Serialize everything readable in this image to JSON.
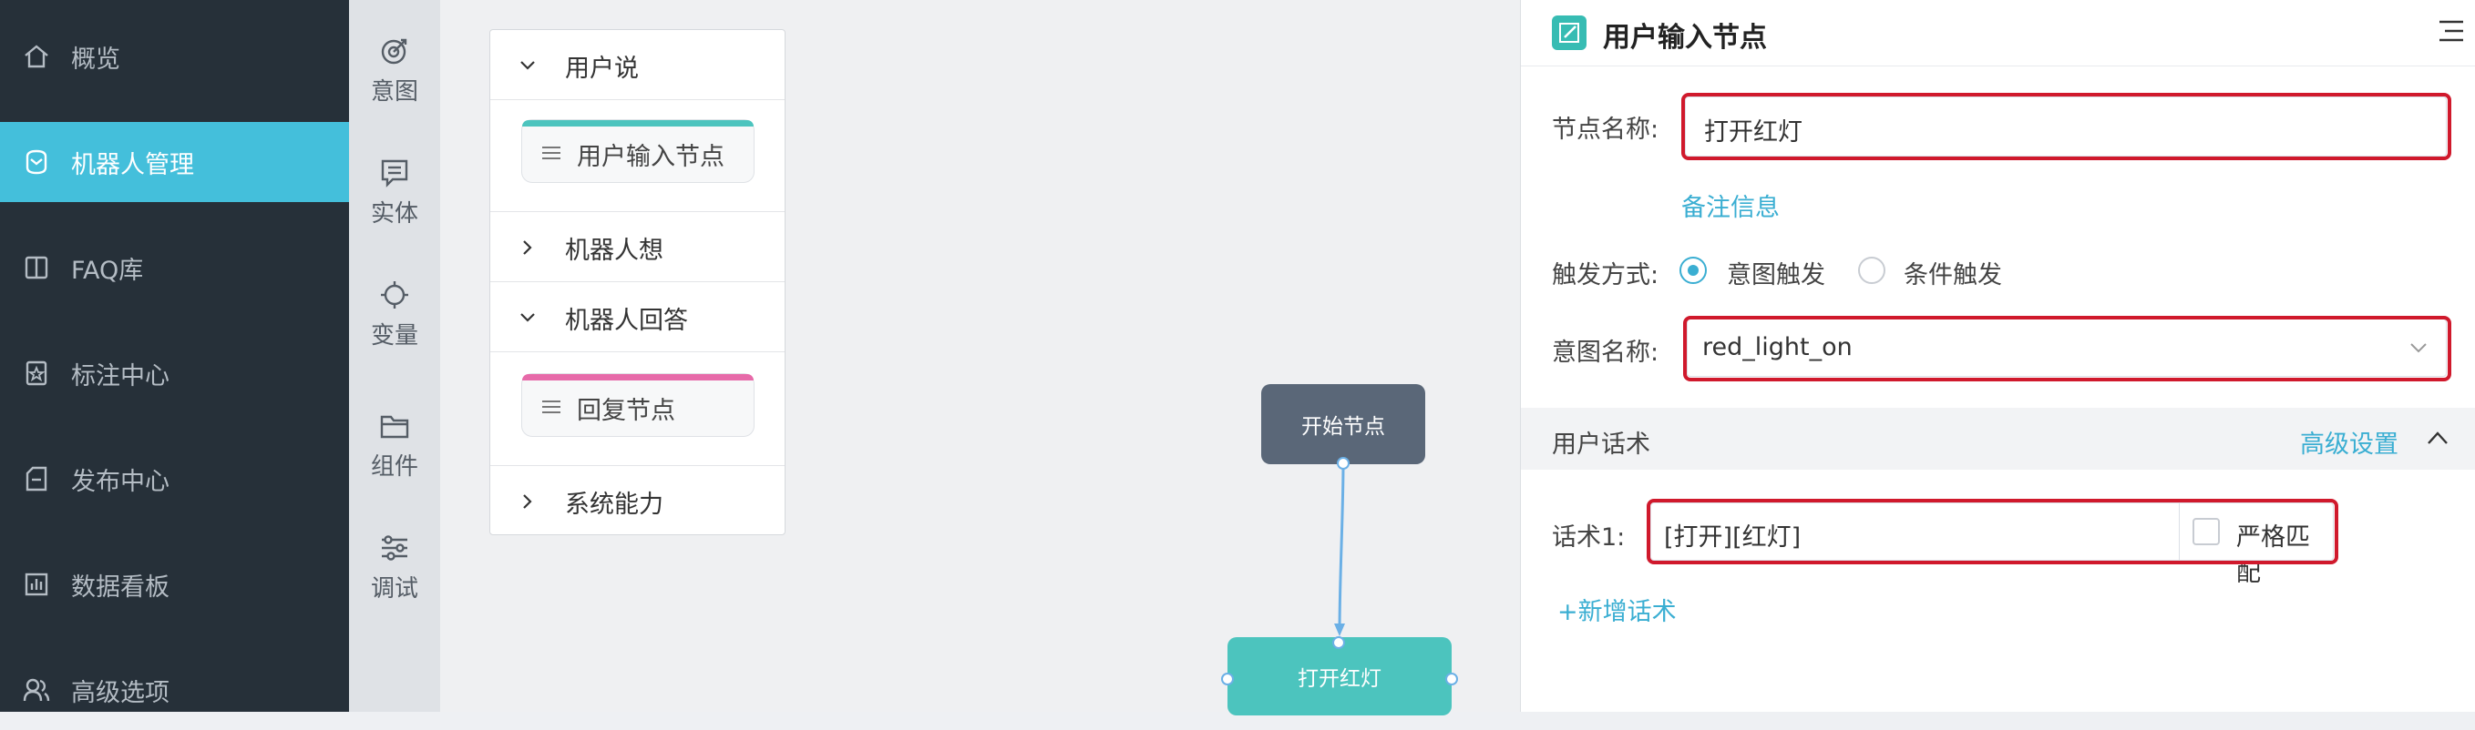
{
  "sidebar": {
    "items": [
      {
        "label": "概览",
        "icon": "home-icon",
        "active": false
      },
      {
        "label": "机器人管理",
        "icon": "robot-icon",
        "active": true
      },
      {
        "label": "FAQ库",
        "icon": "book-icon",
        "active": false
      },
      {
        "label": "标注中心",
        "icon": "star-tag-icon",
        "active": false
      },
      {
        "label": "发布中心",
        "icon": "publish-icon",
        "active": false
      },
      {
        "label": "数据看板",
        "icon": "dashboard-icon",
        "active": false
      },
      {
        "label": "高级选项",
        "icon": "users-icon",
        "active": false
      }
    ]
  },
  "toolbar": {
    "items": [
      {
        "label": "意图",
        "icon": "target-icon"
      },
      {
        "label": "实体",
        "icon": "entity-icon"
      },
      {
        "label": "变量",
        "icon": "variable-icon"
      },
      {
        "label": "组件",
        "icon": "folder-icon"
      },
      {
        "label": "调试",
        "icon": "sliders-icon"
      }
    ]
  },
  "palette": {
    "categories": [
      {
        "label": "用户说",
        "expanded": true,
        "nodes": [
          {
            "label": "用户输入节点",
            "color": "#4cc4be"
          }
        ]
      },
      {
        "label": "机器人想",
        "expanded": false,
        "nodes": []
      },
      {
        "label": "机器人回答",
        "expanded": true,
        "nodes": [
          {
            "label": "回复节点",
            "color": "#e76aa9"
          }
        ]
      },
      {
        "label": "系统能力",
        "expanded": false,
        "nodes": []
      }
    ]
  },
  "canvas": {
    "start_node": {
      "label": "开始节点"
    },
    "user_node": {
      "label": "打开红灯"
    }
  },
  "panel": {
    "title": "用户输入节点",
    "node_name": {
      "label": "节点名称:",
      "value": "打开红灯"
    },
    "remark_link": "备注信息",
    "trigger": {
      "label": "触发方式:",
      "options": [
        "意图触发",
        "条件触发"
      ],
      "selected": "意图触发"
    },
    "intent": {
      "label": "意图名称:",
      "value": "red_light_on"
    },
    "user_speech": {
      "title": "用户话术",
      "advanced_label": "高级设置"
    },
    "phrase": {
      "label": "话术1:",
      "value": "[打开][红灯]",
      "strict_label": "严格匹配",
      "strict_checked": false
    },
    "add_phrase": "+新增话术"
  },
  "colors": {
    "sidebar_bg": "#263039",
    "active": "#44bfdb",
    "accent": "#3aaed2",
    "highlight": "#d0192c"
  }
}
